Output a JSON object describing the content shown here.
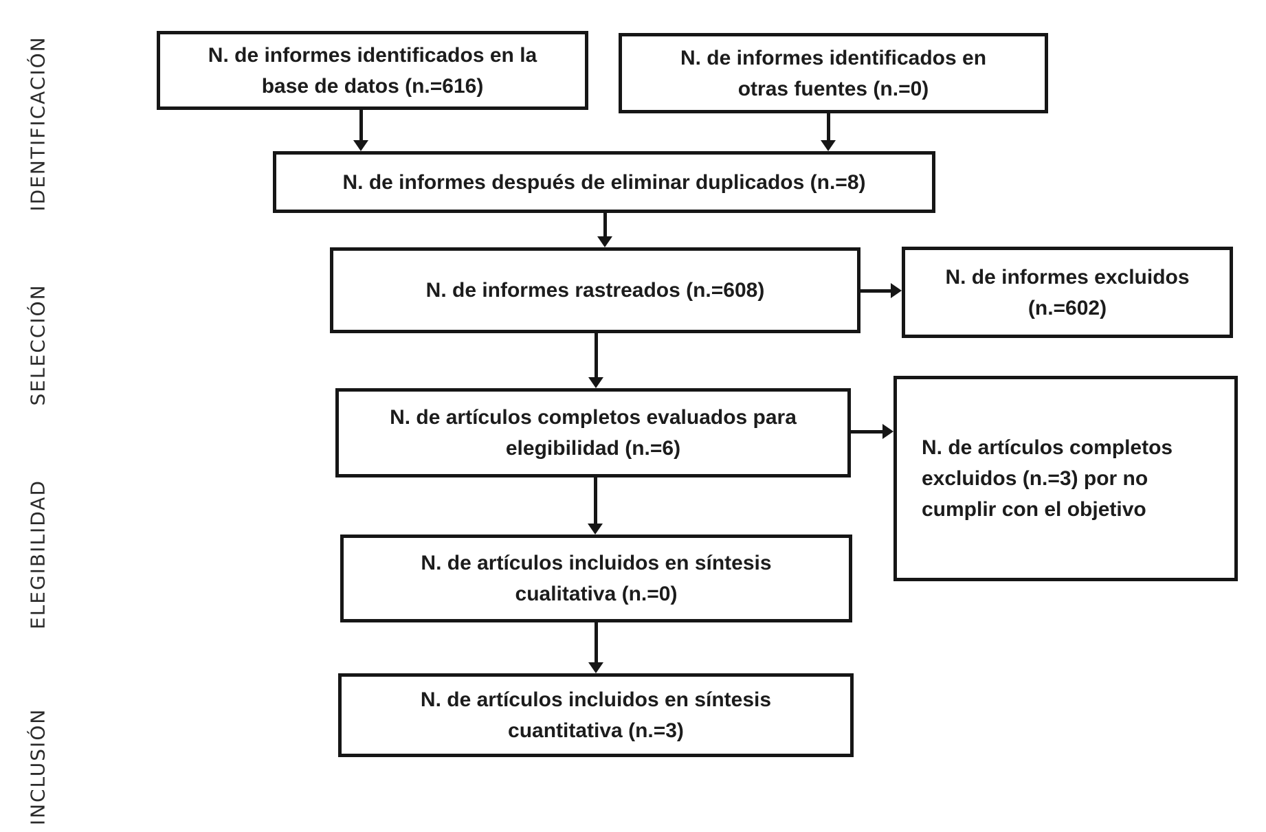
{
  "diagram": {
    "type": "prisma-flowchart",
    "language": "es",
    "line_color": "#161616",
    "box_background": "#ffffff",
    "stages": [
      "IDENTIFICACIÓN",
      "SELECCIÓN",
      "ELEGIBILIDAD",
      "INCLUSIÓN"
    ],
    "boxes": {
      "identified_db": "N. de informes identificados en la\nbase de datos (n.=616)",
      "identified_other": "N. de informes identificados en\notras fuentes (n.=0)",
      "after_duplicates": "N. de informes después de eliminar duplicados (n.=8)",
      "screened": "N. de informes rastreados (n.=608)",
      "screened_excluded": "N. de informes excluidos\n(n.=602)",
      "fulltext_assessed": "N. de artículos completos evaluados para\nelegibilidad (n.=6)",
      "fulltext_excluded": "N. de artículos completos\nexcluidos (n.=3) por no\ncumplir con el objetivo",
      "qualitative_included": "N. de artículos incluidos en síntesis\ncualitativa (n.=0)",
      "quantitative_included": "N. de artículos incluidos en síntesis\ncuantitativa (n.=3)"
    }
  }
}
